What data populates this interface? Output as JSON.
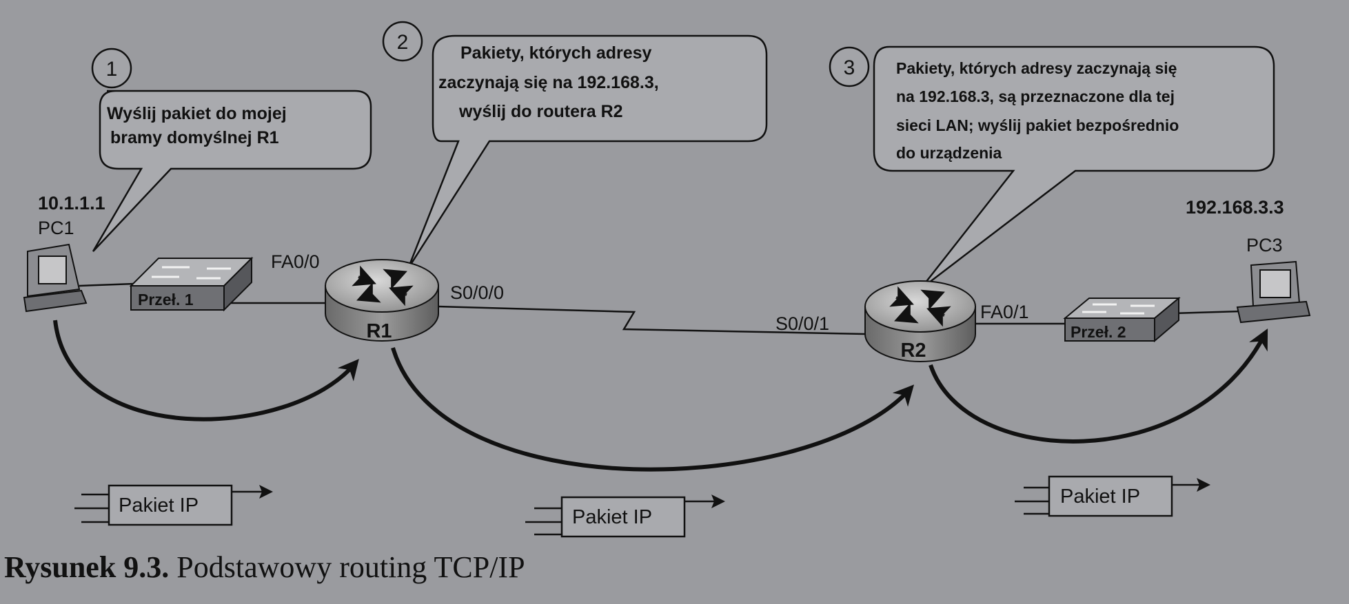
{
  "steps": [
    {
      "number": "1",
      "bubble_lines": [
        "Wyślij pakiet do mojej",
        "bramy domyślnej R1"
      ]
    },
    {
      "number": "2",
      "bubble_lines": [
        "Pakiety, których adresy",
        "zaczynają się na 192.168.3,",
        "wyślij do routera R2"
      ]
    },
    {
      "number": "3",
      "bubble_lines": [
        "Pakiety, których adresy zaczynają się",
        "na 192.168.3, są przeznaczone dla tej",
        "sieci LAN; wyślij pakiet bezpośrednio",
        "do urządzenia"
      ]
    }
  ],
  "pc1": {
    "ip": "10.1.1.1",
    "name": "PC1"
  },
  "pc3": {
    "ip": "192.168.3.3",
    "name": "PC3"
  },
  "switch1": {
    "name": "Przeł. 1"
  },
  "switch2": {
    "name": "Przeł. 2"
  },
  "r1": {
    "name": "R1",
    "iface_lan": "FA0/0",
    "iface_wan": "S0/0/0"
  },
  "r2": {
    "name": "R2",
    "iface_wan": "S0/0/1",
    "iface_lan": "FA0/1"
  },
  "packets": [
    "Pakiet IP",
    "Pakiet IP",
    "Pakiet IP"
  ],
  "caption": {
    "number": "Rysunek 9.3.",
    "text": " Podstawowy routing TCP/IP"
  },
  "colors": {
    "background": "#9a9b9f",
    "bubble_fill": "#a9aaae",
    "ink": "#111111"
  }
}
